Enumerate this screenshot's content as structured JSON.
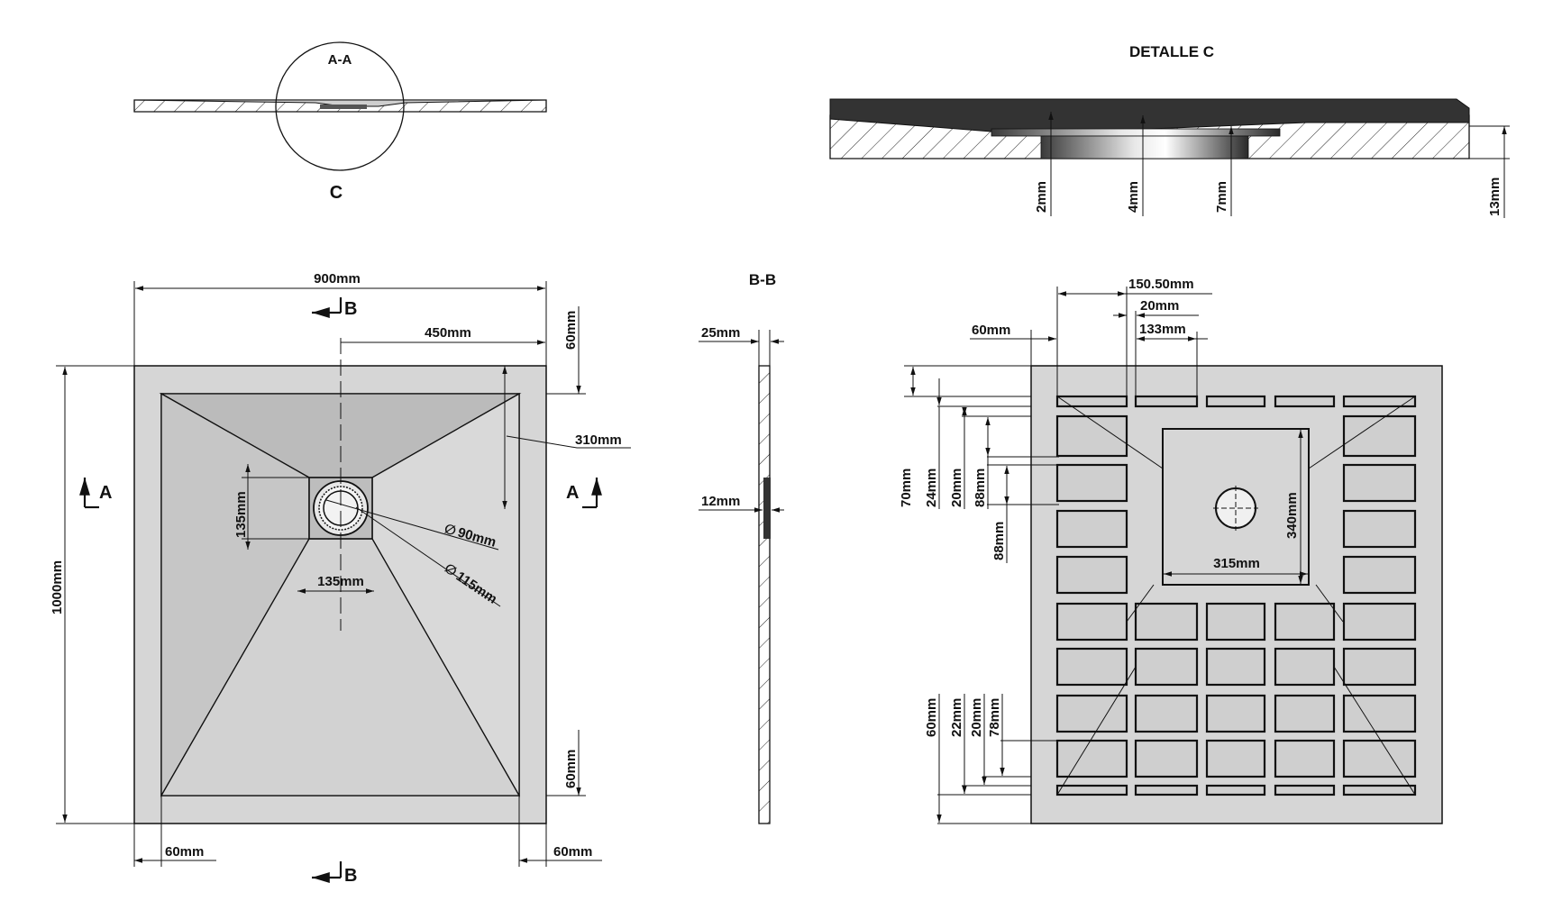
{
  "labels": {
    "section_aa": "A-A",
    "detail_marker": "C",
    "detail_title": "DETALLE   C",
    "section_bb": "B-B",
    "cut_a": "A",
    "cut_b": "B"
  },
  "top_view": {
    "width": "900mm",
    "height": "1000mm",
    "drain_offset": "450mm",
    "border_top": "60mm",
    "slope_length": "310mm",
    "drain_box_height": "135mm",
    "drain_box_width": "135mm",
    "drain_inner_dia": "90mm",
    "drain_outer_dia": "115mm",
    "border_right_bottom": "60mm",
    "border_left": "60mm",
    "border_right": "60mm"
  },
  "detail_c": {
    "d1": "2mm",
    "d2": "4mm",
    "d3": "7mm",
    "thickness": "13mm"
  },
  "section_b": {
    "top_thickness": "25mm",
    "drain_depth": "12mm"
  },
  "bottom_view": {
    "offset_drain": "150.50mm",
    "rib": "20mm",
    "cell_width": "133mm",
    "border": "60mm",
    "left_70": "70mm",
    "left_24": "24mm",
    "left_20": "20mm",
    "left_88a": "88mm",
    "left_88b": "88mm",
    "center_height": "340mm",
    "center_width": "315mm",
    "bottom_60": "60mm",
    "bottom_22": "22mm",
    "bottom_20": "20mm",
    "bottom_78": "78mm"
  }
}
